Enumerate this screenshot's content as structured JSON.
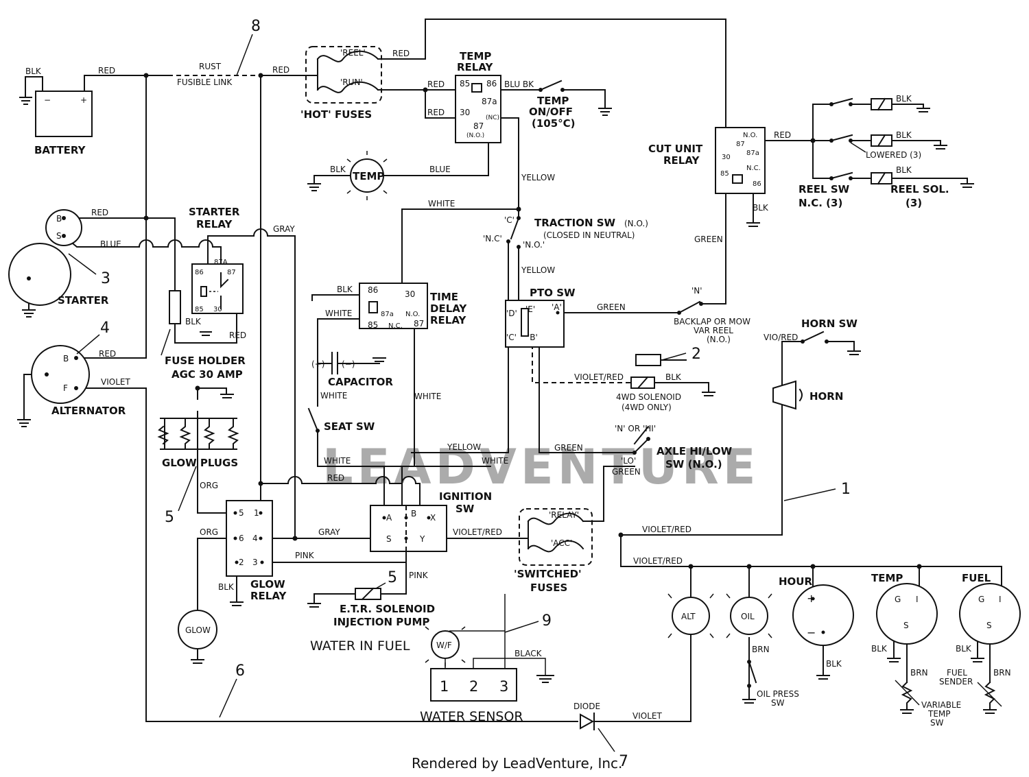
{
  "watermark": "LEADVENTURE",
  "credit": "Rendered by LeadVenture, Inc.",
  "callouts": [
    "1",
    "2",
    "3",
    "4",
    "5",
    "5",
    "6",
    "7",
    "8",
    "9"
  ],
  "components": {
    "battery": "BATTERY",
    "battery_neg": "−",
    "battery_pos": "+",
    "starter": "STARTER",
    "starter_b": "B",
    "starter_s": "S",
    "alternator": "ALTERNATOR",
    "alt_b": "B",
    "alt_f": "F",
    "fusible_link": "FUSIBLE LINK",
    "hot_fuses": "'HOT' FUSES",
    "fuse_reel": "'REEL'",
    "fuse_run": "'RUN'",
    "temp_relay_1": "TEMP",
    "temp_relay_2": "RELAY",
    "temp_onoff_1": "TEMP",
    "temp_onoff_2": "ON/OFF",
    "temp_onoff_3": "(105°C)",
    "temp_lamp": "TEMP",
    "starter_relay_1": "STARTER",
    "starter_relay_2": "RELAY",
    "fuse_holder_1": "FUSE HOLDER",
    "fuse_holder_2": "AGC 30 AMP",
    "glow_plugs": "GLOW PLUGS",
    "traction_sw": "TRACTION SW",
    "traction_no": "(N.O.)",
    "traction_note": "(CLOSED IN NEUTRAL)",
    "time_delay_1": "TIME",
    "time_delay_2": "DELAY",
    "time_delay_3": "RELAY",
    "capacitor": "CAPACITOR",
    "seat_sw": "SEAT SW",
    "pto_sw": "PTO SW",
    "cut_unit_1": "CUT UNIT",
    "cut_unit_2": "RELAY",
    "reel_sw_1": "REEL SW",
    "reel_sw_2": "N.C. (3)",
    "reel_sol_1": "REEL SOL.",
    "reel_sol_2": "(3)",
    "lowered": "LOWERED (3)",
    "backlap_1": "BACKLAP OR MOW",
    "backlap_2": "VAR REEL",
    "backlap_3": "(N.O.)",
    "horn_sw": "HORN SW",
    "horn": "HORN",
    "solenoid_4wd_1": "4WD SOLENOID",
    "solenoid_4wd_2": "(4WD ONLY)",
    "axle_1": "AXLE HI/LOW",
    "axle_2": "SW (N.O.)",
    "ignition_1": "IGNITION",
    "ignition_2": "SW",
    "glow_relay_1": "GLOW",
    "glow_relay_2": "RELAY",
    "switched_1": "'SWITCHED'",
    "switched_2": "FUSES",
    "fuse_relay": "'RELAY'",
    "fuse_acc": "'ACC'",
    "etr_1": "E.T.R. SOLENOID",
    "etr_2": "INJECTION PUMP",
    "water_in_fuel": "WATER IN FUEL",
    "wf": "W/F",
    "water_sensor": "WATER SENSOR",
    "ws_1": "1",
    "ws_2": "2",
    "ws_3": "3",
    "glow_lamp": "GLOW",
    "alt_lamp": "ALT",
    "oil_lamp": "OIL",
    "hour": "HOUR",
    "temp_gauge": "TEMP",
    "fuel_gauge": "FUEL",
    "oil_press_1": "OIL PRESS",
    "oil_press_2": "SW",
    "variable_1": "VARIABLE",
    "variable_2": "TEMP",
    "variable_3": "SW",
    "fuel_sender_1": "FUEL",
    "fuel_sender_2": "SENDER",
    "diode": "DIODE"
  },
  "terminals": {
    "t85": "85",
    "t86": "86",
    "t30": "30",
    "t87a": "87a",
    "t87": "87",
    "nc_paren": "(NC)",
    "no_paren": "(N.O.)",
    "t87A": "87A",
    "no": "N.O.",
    "nc": "N.C.",
    "ign_a": "A",
    "ign_b": "B",
    "ign_x": "X",
    "ign_s": "S",
    "ign_y": "Y",
    "gr_5": "5",
    "gr_1": "1",
    "gr_6": "6",
    "gr_4": "4",
    "gr_2": "2",
    "gr_3": "3",
    "pto_d": "'D'",
    "pto_e": "'E'",
    "pto_a": "'A'",
    "pto_c": "'C'",
    "pto_b": "'B'",
    "tr_c": "'C'",
    "tr_nc": "'N.C'",
    "tr_no": "'N.O.'",
    "n_q": "'N'",
    "n_or_hi": "'N' OR 'HI'",
    "lo_q": "'LO'",
    "g": "G",
    "i": "I",
    "s": "S",
    "plus": "+",
    "minus": "−",
    "cap_plus": "(+)",
    "cap_minus": "(−)"
  },
  "wires": {
    "red": "RED",
    "blk": "BLK",
    "blue": "BLUE",
    "blu_bk": "BLU BK",
    "rust": "RUST",
    "yellow": "YELLOW",
    "white": "WHITE",
    "green": "GREEN",
    "gray": "GRAY",
    "violet": "VIOLET",
    "vio_red": "VIO/RED",
    "violet_red": "VIOLET/RED",
    "pink": "PINK",
    "org": "ORG",
    "brn": "BRN",
    "black": "BLACK"
  }
}
